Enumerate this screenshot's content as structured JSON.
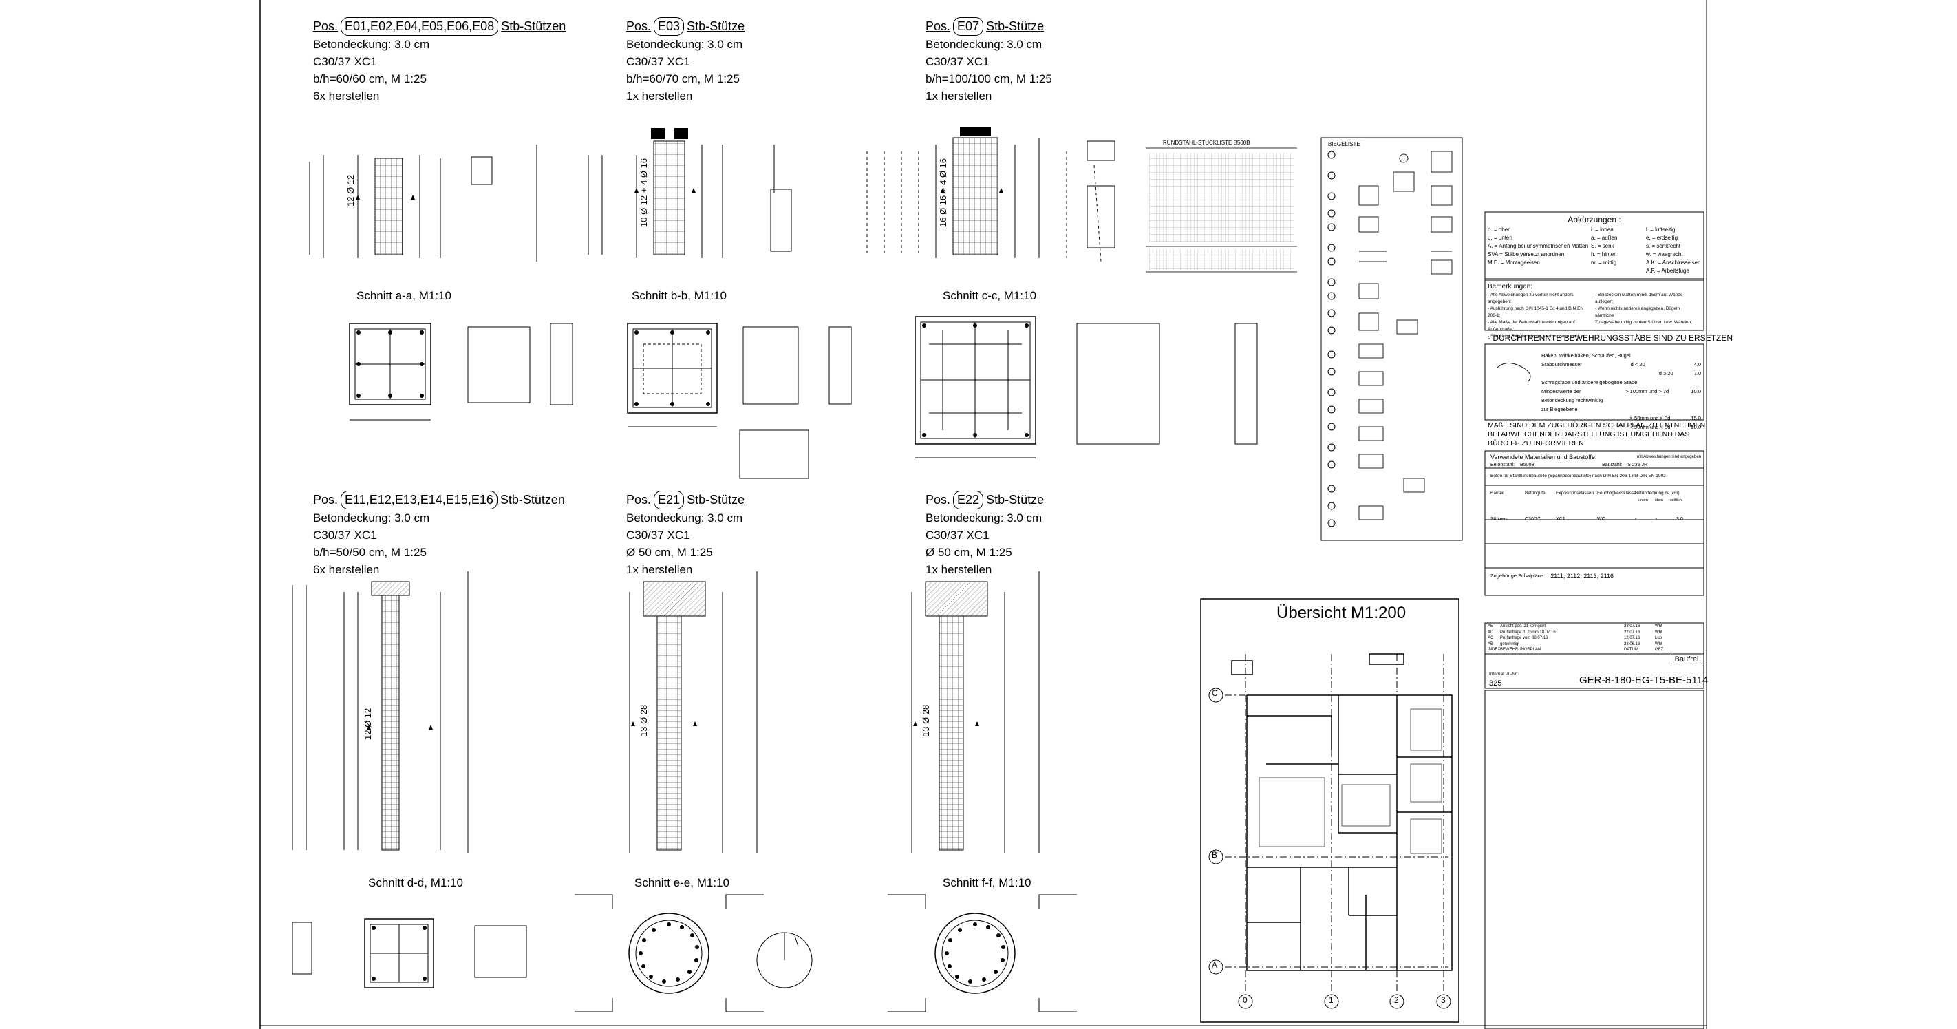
{
  "positions": [
    {
      "label": "Pos.",
      "ids": "E01,E02,E04,E05,E06,E08",
      "type": "Stb-Stützen",
      "lines": [
        "Betondeckung: 3.0 cm",
        "C30/37 XC1",
        "b/h=60/60 cm, M 1:25",
        "6x herstellen"
      ]
    },
    {
      "label": "Pos.",
      "ids": "E03",
      "type": "Stb-Stütze",
      "lines": [
        "Betondeckung: 3.0 cm",
        "C30/37 XC1",
        "b/h=60/70 cm, M 1:25",
        "1x herstellen"
      ]
    },
    {
      "label": "Pos.",
      "ids": "E07",
      "type": "Stb-Stütze",
      "lines": [
        "Betondeckung: 3.0 cm",
        "C30/37 XC1",
        "b/h=100/100 cm, M 1:25",
        "1x herstellen"
      ]
    },
    {
      "label": "Pos.",
      "ids": "E11,E12,E13,E14,E15,E16",
      "type": "Stb-Stützen",
      "lines": [
        "Betondeckung: 3.0 cm",
        "C30/37 XC1",
        "b/h=50/50 cm, M 1:25",
        "6x herstellen"
      ]
    },
    {
      "label": "Pos.",
      "ids": "E21",
      "type": "Stb-Stütze",
      "lines": [
        "Betondeckung: 3.0 cm",
        "C30/37 XC1",
        "Ø 50 cm, M 1:25",
        "1x herstellen"
      ]
    },
    {
      "label": "Pos.",
      "ids": "E22",
      "type": "Stb-Stütze",
      "lines": [
        "Betondeckung: 3.0 cm",
        "C30/37 XC1",
        "Ø 50 cm, M 1:25",
        "1x herstellen"
      ]
    }
  ],
  "sections": [
    "Schnitt a-a, M1:10",
    "Schnitt b-b, M1:10",
    "Schnitt c-c, M1:10",
    "Schnitt d-d, M1:10",
    "Schnitt e-e, M1:10",
    "Schnitt f-f, M1:10"
  ],
  "rebar_labels": {
    "col1": "12 Ø 12",
    "col2": "10 Ø 12 + 4 Ø 16",
    "col3": "16 Ø 16 + 4 Ø 16",
    "col4": "12 Ø 12",
    "col5": "13 Ø 28",
    "col6": "13 Ø 28"
  },
  "overview": {
    "title": "Übersicht  M1:200",
    "axes_letters": [
      "C",
      "B",
      "A"
    ],
    "axes_numbers": [
      "0",
      "1",
      "2",
      "3"
    ]
  },
  "abbrev": {
    "title": "Abkürzungen :",
    "items": [
      [
        "o. = oben",
        "i. = innen",
        "l. = luftseitig"
      ],
      [
        "u. = unten",
        "a. = außen",
        "e. = erdseitig"
      ],
      [
        "A. = Anfang bei unsymmetrischen Matten",
        "S. = senk",
        "s. = senkrecht"
      ],
      [
        "SVA = Stäbe versetzt anordnen",
        "h. = hinten",
        "w. = waagrecht"
      ],
      [
        "M.E. = Montageeisen",
        "m. = mittig",
        "A.K. = Anschlusseisen"
      ],
      [
        "",
        "",
        "A.F. = Arbeitsfuge"
      ]
    ]
  },
  "remarks": {
    "title": "Bemerkungen:",
    "left": [
      "- Alle Abweichungen zu vorher nicht anders angegeben:",
      "- Ausführung nach DIN 1045-1 Ec 4 und DIN EN 206-1;",
      "- Alle Maße der Betonstahlbewehrungen auf Außenmaße;",
      "- Sämtliche Bügelschlösser sind zu versetzen!"
    ],
    "right": [
      "- Bei Decken Matten mind. 15cm auf Wände auflegen;",
      "- Wenn nichts anderes angegeben, Bügeln sämtliche",
      "  Zulagestäbe mittig zu den Stützen bzw. Wänden;"
    ]
  },
  "separate_note": "- DURCHTRENNTE BEWEHRUNGSSTÄBE SIND ZU ERSETZEN",
  "bend_table": {
    "rows": [
      [
        "Haken, Winkelhaken, Schlaufen, Bügel",
        ""
      ],
      [
        "Stabdurchmesser",
        "d < 20",
        "4.0"
      ],
      [
        "",
        "d ≥ 20",
        "7.0"
      ],
      [
        "Schrägstäbe und andere gebogene Stäbe",
        ""
      ],
      [
        "Mindestwerte der Betondeckung rechtwinklig zur Biegeebene",
        "> 100mm und > 7d",
        "10.0"
      ],
      [
        "",
        "> 50mm und > 3d",
        "15.0"
      ],
      [
        "",
        "< 50mm und < 3d",
        "20.0"
      ]
    ]
  },
  "formwork_note": [
    "MAßE SIND DEM ZUGEHÖRIGEN SCHALPLAN ZU ENTNEHMEN,",
    "BEI ABWEICHENDER DARSTELLUNG IST UMGEHEND DAS",
    "BÜRO FP ZU INFORMIEREN."
  ],
  "materials": {
    "title": "Verwendete Materialien und Baustoffe:",
    "right_title": "mit Abweichungen sind angegeben",
    "betonstahl": "Betonstahl:",
    "b500": "B500B",
    "baustahl": "Baustahl:",
    "s235": "S 235 JR",
    "subtitle": "Beton für Stahlbetonbauteile (Spannbetonbauteile) nach DIN EN 206-1 mit DIN EN 1992",
    "headers": [
      "Bauteil",
      "Betongüte",
      "Expositionsklassen",
      "Feuchtigkeitsklasse",
      "Betondeckung cv (cm)"
    ],
    "sub_headers": [
      "unten",
      "oben",
      "seitlich"
    ],
    "row": [
      "Stützen",
      "C30/37",
      "XC1",
      "WO",
      "-",
      "-",
      "3.0"
    ]
  },
  "schalplan": {
    "label": "Zugehörige Schalpläne:",
    "value": "2111, 2112, 2113, 2116"
  },
  "revisions": [
    [
      "AE",
      "Ansicht pos. 21 korrigiert",
      "28.07.16",
      "Wht"
    ],
    [
      "AD",
      "Prüfanfrage lt. 2 vom 18.07.16",
      "22.07.16",
      "Wht"
    ],
    [
      "AC",
      "Prüfanfrage vom 08.07.16",
      "12.07.16",
      "Lup"
    ],
    [
      "AB",
      "genehmigt",
      "28.06.16",
      "Wht"
    ],
    [
      "INDEX",
      "BEWEHRUNGSPLAN",
      "DATUM",
      "GEZ."
    ]
  ],
  "status": "Baufrei",
  "plan": {
    "internal_label": "Internal Pl.-Nr.:",
    "internal_no": "325",
    "number": "GER-8-180-EG-T5-BE-5114"
  },
  "steel_list_title": "RUNDSTAHL-STÜCKLISTE  B500B",
  "bending_list_title": "BIEGELISTE",
  "colors": {
    "line": "#000000",
    "hatch": "#444444",
    "background": "#ffffff"
  }
}
